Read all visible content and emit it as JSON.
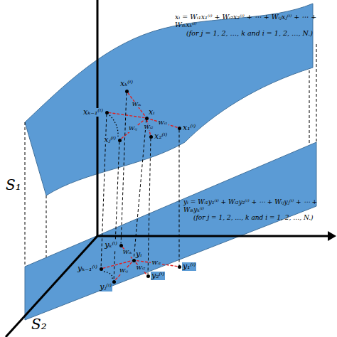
{
  "diagram": {
    "nodes": [
      {
        "text": [
          "xₖ⁽ⁱ⁾"
        ]
      },
      {
        "text": [
          "xₖ₋₁⁽ⁱ⁾"
        ]
      },
      {
        "text": [
          "xⱼ⁽ⁱ⁾"
        ]
      },
      {
        "text": [
          "xᵢ"
        ]
      },
      {
        "text": [
          "x₂⁽ⁱ⁾"
        ]
      },
      {
        "text": [
          "x₁⁽ⁱ⁾"
        ]
      },
      {
        "text": [
          "yₖ⁽ⁱ⁾"
        ]
      },
      {
        "text": [
          "yₖ₋₁⁽ⁱ⁾"
        ]
      },
      {
        "text": [
          "yⱼ⁽ⁱ⁾"
        ]
      },
      {
        "text": [
          "yᵢ"
        ]
      },
      {
        "text": [
          "y₂⁽ⁱ⁾"
        ]
      },
      {
        "text": [
          "y₁⁽ⁱ⁾"
        ]
      }
    ],
    "edges": [
      {
        "from": 0,
        "to": 3,
        "arrow": "none",
        "label": "Wᵢₖ"
      },
      {
        "from": 1,
        "to": 3,
        "arrow": "none"
      },
      {
        "from": 2,
        "to": 3,
        "arrow": "none",
        "label": "Wᵢⱼ"
      },
      {
        "from": 4,
        "to": 3,
        "arrow": "none",
        "label": "Wᵢ₂"
      },
      {
        "from": 5,
        "to": 3,
        "arrow": "none",
        "label": "Wᵢ₁"
      },
      {
        "from": 6,
        "to": 9,
        "arrow": "none",
        "label": "Wᵢₖ"
      },
      {
        "from": 7,
        "to": 9,
        "arrow": "none"
      },
      {
        "from": 8,
        "to": 9,
        "arrow": "none",
        "label": "Wᵢⱼ"
      },
      {
        "from": 10,
        "to": 9,
        "arrow": "none",
        "label": "Wᵢ₂"
      },
      {
        "from": 11,
        "to": 9,
        "arrow": "none",
        "label": "Wᵢ₁"
      },
      {
        "from": 0,
        "to": 6,
        "arrow": "none"
      },
      {
        "from": 1,
        "to": 7,
        "arrow": "none"
      },
      {
        "from": 2,
        "to": 8,
        "arrow": "none"
      },
      {
        "from": 3,
        "to": 9,
        "arrow": "none"
      },
      {
        "from": 4,
        "to": 10,
        "arrow": "none"
      },
      {
        "from": 5,
        "to": 11,
        "arrow": "none"
      }
    ],
    "labels": [
      "xᵢ = Wᵢ₁x₁⁽ⁱ⁾ + Wᵢ₂x₂⁽ⁱ⁾ + ⋯ + Wᵢⱼxⱼ⁽ⁱ⁾ + ⋯ + Wᵢₖxₖ⁽ⁱ⁾",
      "(for j = 1, 2, …, k and i = 1, 2, …, N.)",
      "yᵢ = Wᵢ₁y₁⁽ⁱ⁾ + Wᵢ₂y₂⁽ⁱ⁾ + ⋯ + Wᵢⱼyⱼ⁽ⁱ⁾ + ⋯ + Wᵢₖyₖ⁽ⁱ⁾",
      "(for j = 1, 2, …, k and i = 1, 2, …, N.)",
      "S₁",
      "S₂"
    ]
  }
}
